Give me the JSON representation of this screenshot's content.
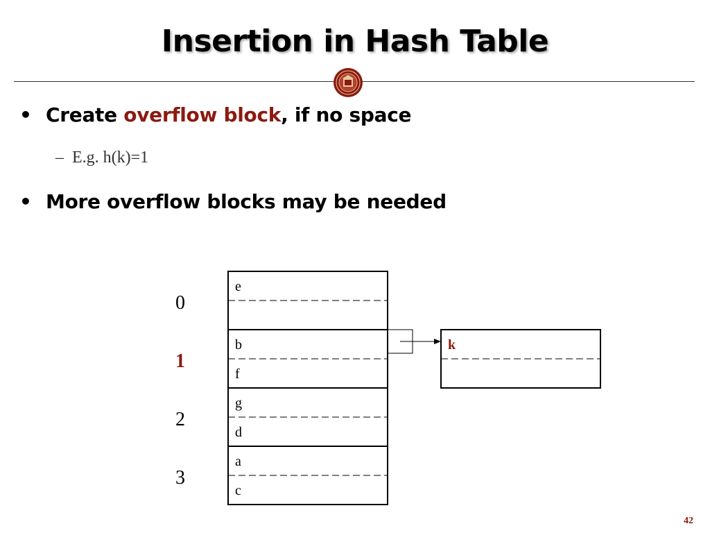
{
  "slide": {
    "title": "Insertion in Hash Table",
    "number": "42"
  },
  "bullets": [
    {
      "pre": "Create ",
      "highlight": "overflow block",
      "post": ", if no space"
    },
    {
      "text": "More overflow blocks may be needed"
    }
  ],
  "sub_bullet": {
    "dash": "–",
    "text": "E.g. h(k)=1"
  },
  "buckets": [
    {
      "index": "0",
      "records": [
        "e",
        ""
      ],
      "highlighted": false
    },
    {
      "index": "1",
      "records": [
        "b",
        "f"
      ],
      "highlighted": true
    },
    {
      "index": "2",
      "records": [
        "g",
        "d"
      ],
      "highlighted": false
    },
    {
      "index": "3",
      "records": [
        "a",
        "c"
      ],
      "highlighted": false
    }
  ],
  "overflow_block": {
    "records": [
      "k",
      ""
    ]
  },
  "colors": {
    "accent": "#8b1a10",
    "text": "#000000"
  }
}
